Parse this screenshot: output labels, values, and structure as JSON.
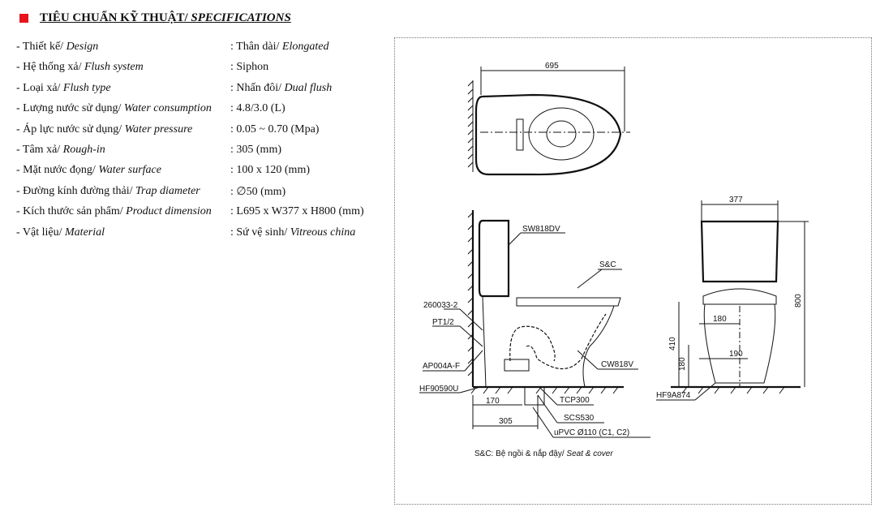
{
  "title": {
    "vi": "TIÊU CHUẨN KỸ THUẬT/ ",
    "en": "SPECIFICATIONS",
    "bullet_color": "#e8141b"
  },
  "specs": [
    {
      "vi": "- Thiết kế/ ",
      "en": "Design",
      "val_vi": ": Thân dài/ ",
      "val_en": "Elongated"
    },
    {
      "vi": "- Hệ thống xả/ ",
      "en": "Flush system",
      "val_vi": ": Siphon",
      "val_en": ""
    },
    {
      "vi": "- Loại xả/ ",
      "en": "Flush type",
      "val_vi": ": Nhấn đôi/ ",
      "val_en": "Dual flush"
    },
    {
      "vi": "- Lượng nước sử dụng/ ",
      "en": "Water consumption",
      "val_vi": ": 4.8/3.0 (L)",
      "val_en": ""
    },
    {
      "vi": "- Áp lực nước sử dụng/ ",
      "en": "Water pressure",
      "val_vi": ": 0.05 ~ 0.70 (Mpa)",
      "val_en": ""
    },
    {
      "vi": "- Tâm xả/ ",
      "en": "Rough-in",
      "val_vi": ": 305 (mm)",
      "val_en": ""
    },
    {
      "vi": "- Mặt nước đọng/ ",
      "en": "Water surface",
      "val_vi": ": 100 x 120 (mm)",
      "val_en": ""
    },
    {
      "vi": "- Đường kính đường thải/ ",
      "en": "Trap diameter",
      "val_vi": ": ∅50 (mm)",
      "val_en": ""
    },
    {
      "vi": "- Kích thước sản phẩm/ ",
      "en": "Product dimension",
      "val_vi": ": L695 x W377  x H800 (mm)",
      "val_en": ""
    },
    {
      "vi": "- Vật liệu/ ",
      "en": "Material",
      "val_vi": ": Sứ vệ sinh/ ",
      "val_en": "Vitreous china"
    }
  ],
  "drawing": {
    "top_length": "695",
    "tank": "SW818DV",
    "seat": "S&C",
    "p260033": "260033-2",
    "pt": "PT1/2",
    "ap": "AP004A-F",
    "bowl": "CW818V",
    "hf": "HF90590U",
    "d170": "170",
    "tcp": "TCP300",
    "d305": "305",
    "scs": "SCS530",
    "upvc": "uPVC Ø110 (C1, C2)",
    "caption_vi": "S&C: Bệ ngồi & nắp đậy/ ",
    "caption_en": "Seat & cover",
    "width": "377",
    "d180a": "180",
    "d410": "410",
    "d190": "190",
    "d180b": "180",
    "height": "800",
    "hf9a": "HF9A874"
  }
}
